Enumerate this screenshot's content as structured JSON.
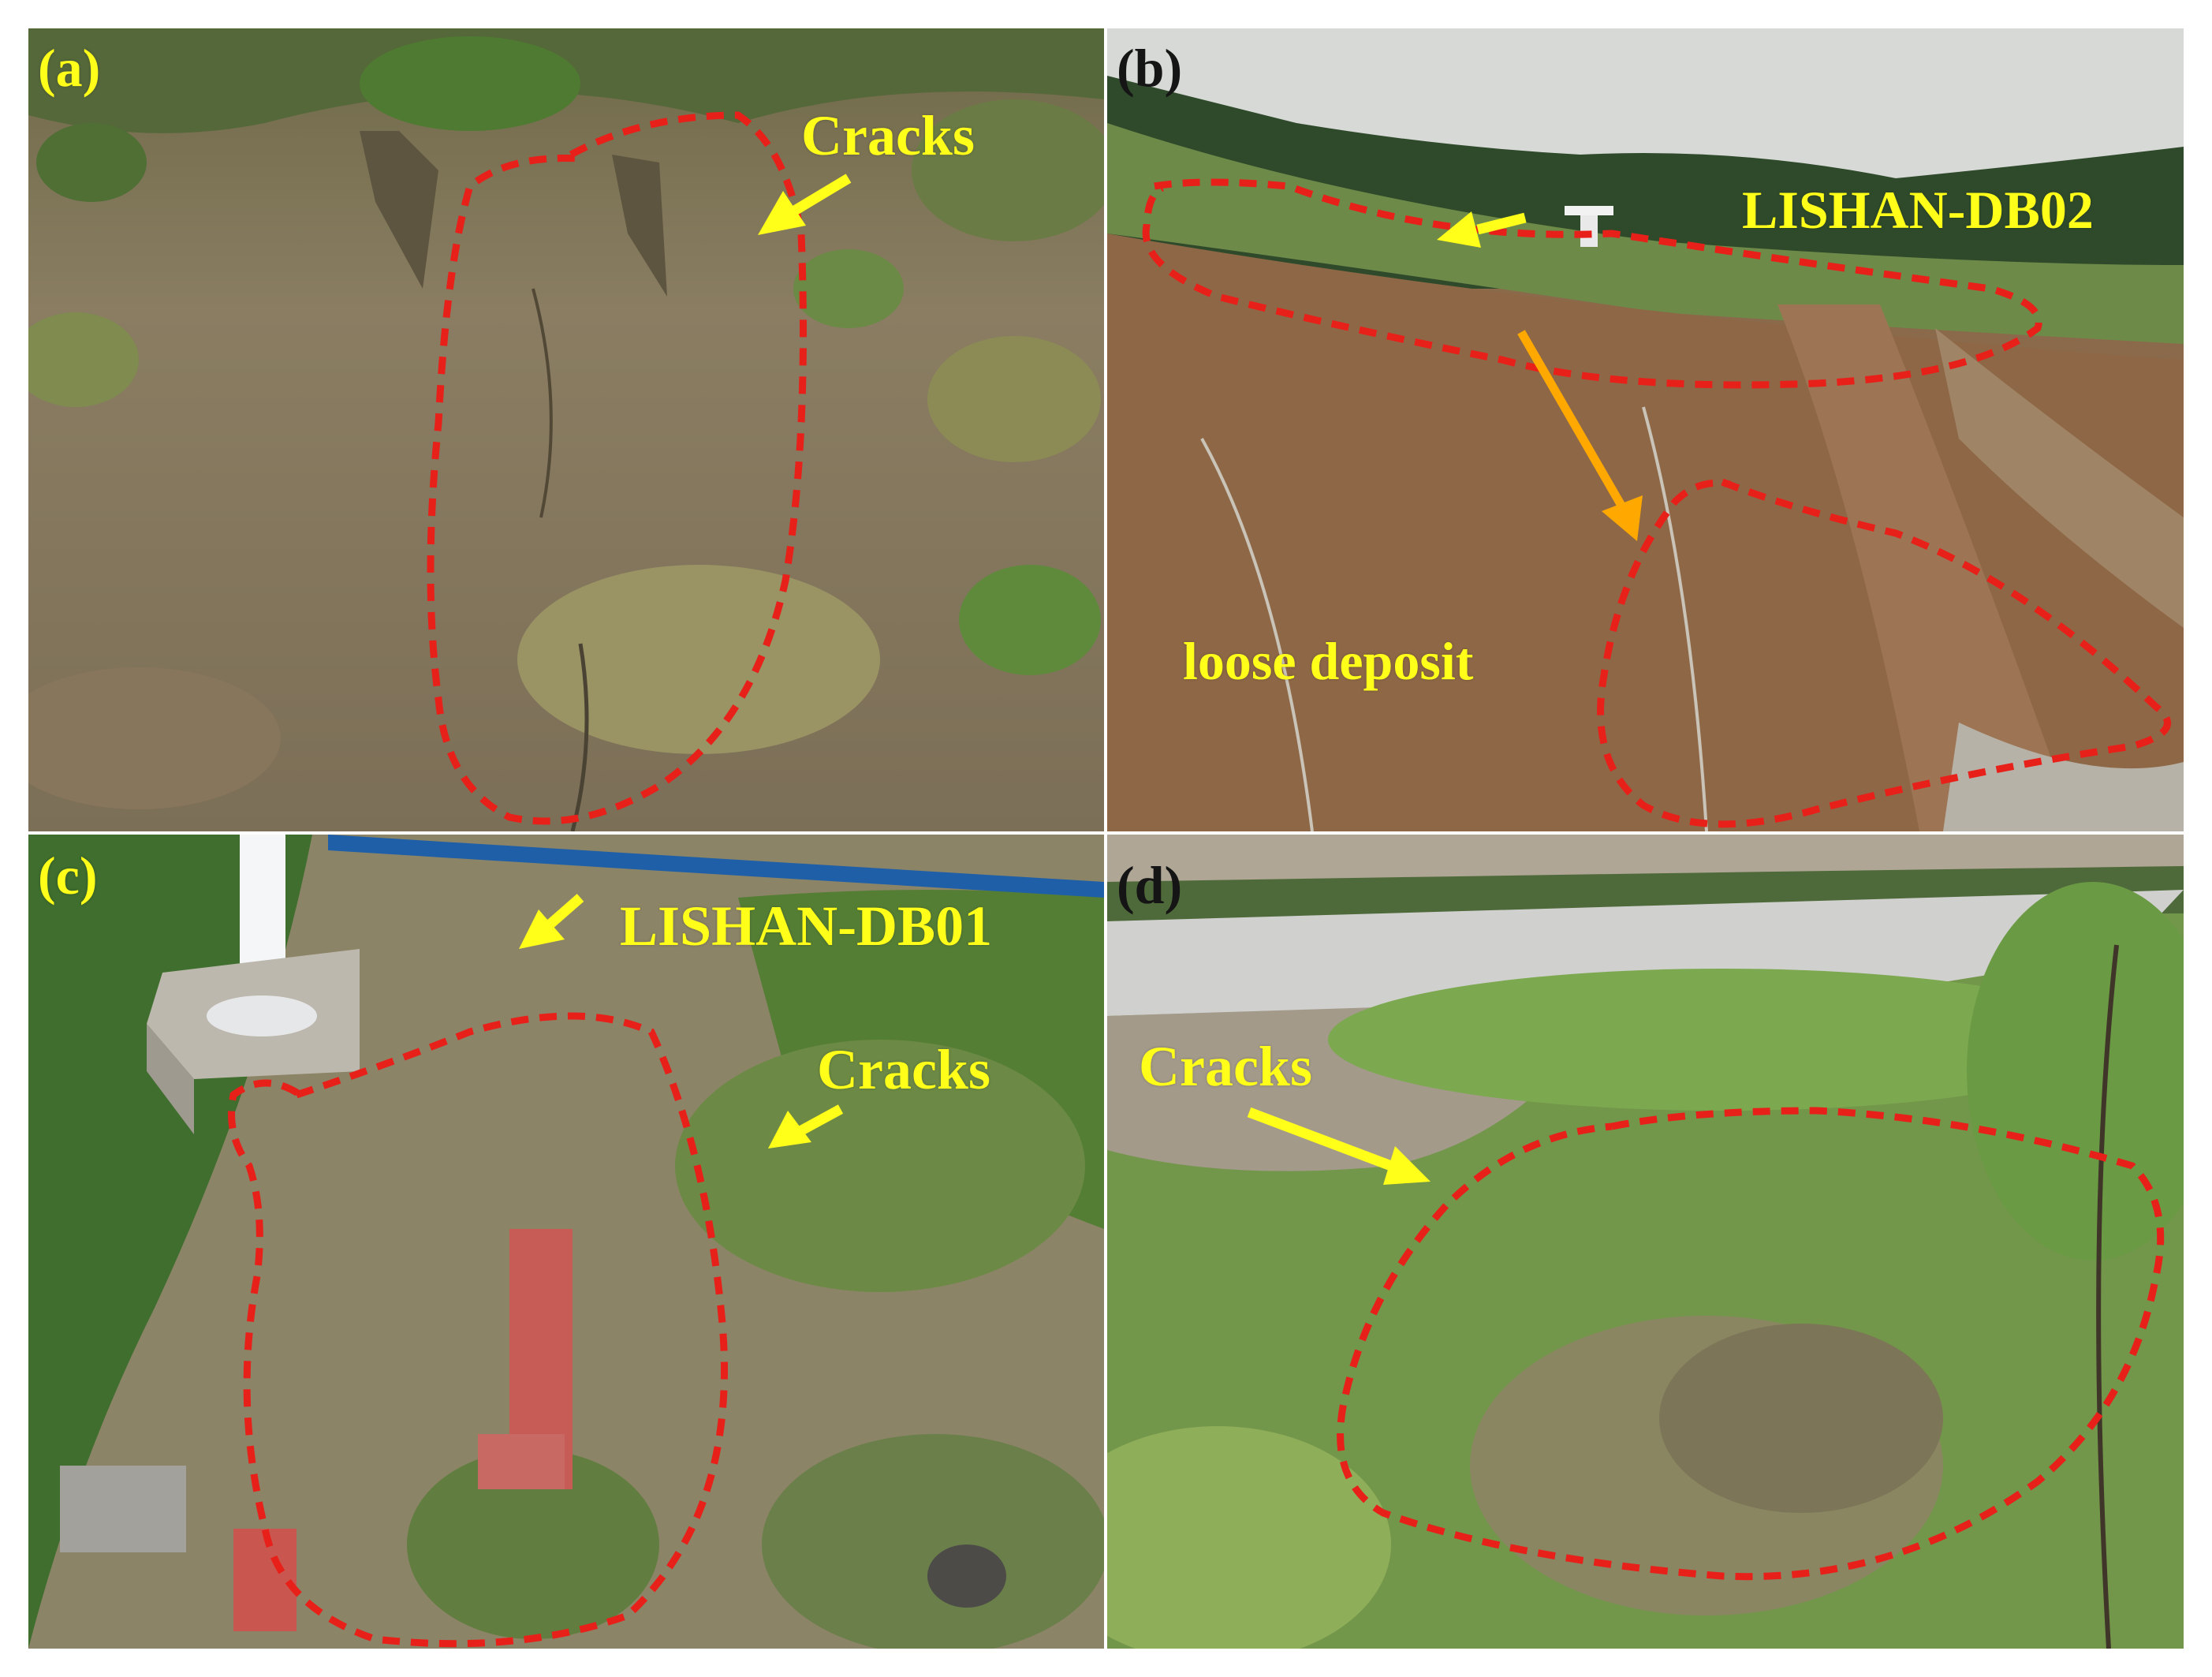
{
  "colors": {
    "outline": "#e8201a",
    "label_yellow": "#ffff1a",
    "arrow_yellow": "#ffff1a",
    "arrow_orange": "#ffa800"
  },
  "panels": [
    {
      "id": "a",
      "label": "(a)",
      "annotations": [
        "Cracks"
      ]
    },
    {
      "id": "b",
      "label": "(b)",
      "annotations": [
        "LISHAN-DB02",
        "loose deposit"
      ]
    },
    {
      "id": "c",
      "label": "(c)",
      "annotations": [
        "LISHAN-DB01",
        "Cracks"
      ]
    },
    {
      "id": "d",
      "label": "(d)",
      "annotations": [
        "Cracks"
      ]
    }
  ]
}
